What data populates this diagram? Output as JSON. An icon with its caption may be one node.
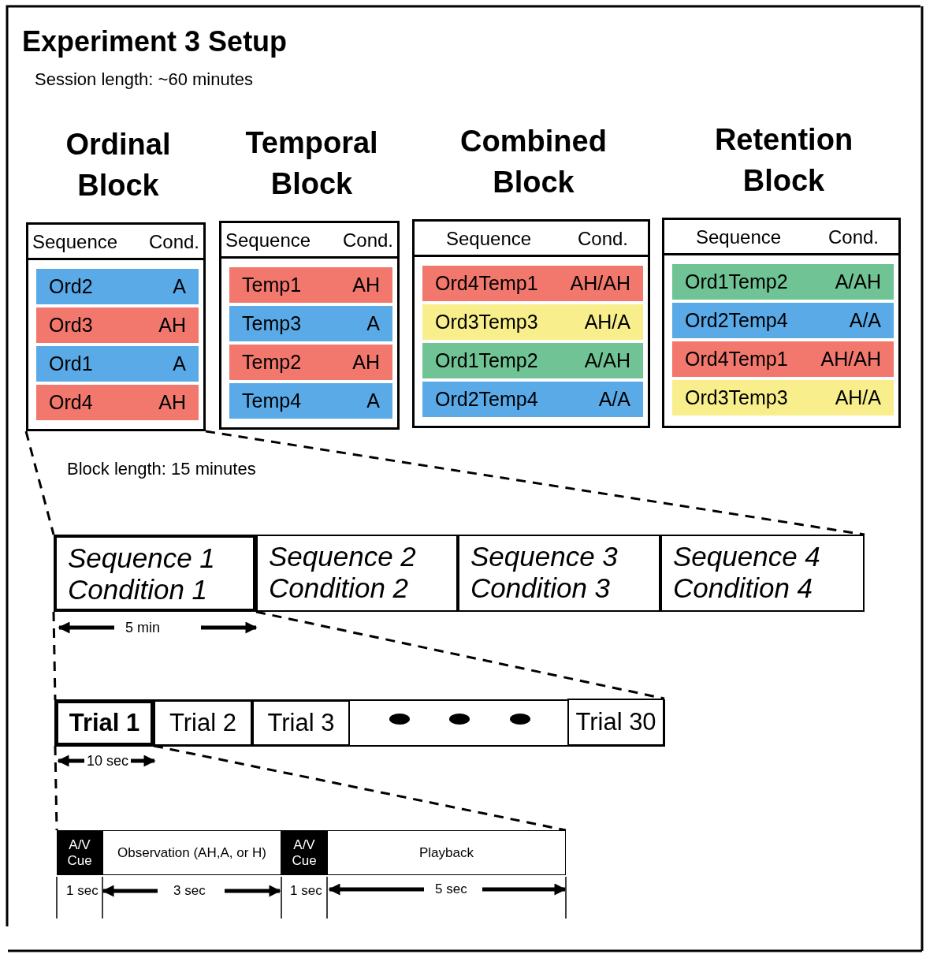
{
  "diagram": {
    "title": "Experiment 3 Setup",
    "nodes": [
      {
        "text": [
          "Ordinal Block",
          "Sequence",
          "Cond."
        ]
      },
      {
        "text": [
          "Ord2",
          "A"
        ],
        "in": 0
      },
      {
        "text": [
          "Ord3",
          "AH"
        ],
        "in": 0
      },
      {
        "text": [
          "Ord1",
          "A"
        ],
        "in": 0
      },
      {
        "text": [
          "Ord4",
          "AH"
        ],
        "in": 0
      },
      {
        "text": [
          "Temporal Block",
          "Sequence",
          "Cond."
        ]
      },
      {
        "text": [
          "Temp1",
          "AH"
        ],
        "in": 5
      },
      {
        "text": [
          "Temp3",
          "A"
        ],
        "in": 5
      },
      {
        "text": [
          "Temp2",
          "AH"
        ],
        "in": 5
      },
      {
        "text": [
          "Temp4",
          "A"
        ],
        "in": 5
      },
      {
        "text": [
          "Combined Block",
          "Sequence",
          "Cond."
        ]
      },
      {
        "text": [
          "Ord4Temp1",
          "AH/AH"
        ],
        "in": 10
      },
      {
        "text": [
          "Ord3Temp3",
          "AH/A"
        ],
        "in": 10
      },
      {
        "text": [
          "Ord1Temp2",
          "A/AH"
        ],
        "in": 10
      },
      {
        "text": [
          "Ord2Temp4",
          "A/A"
        ],
        "in": 10
      },
      {
        "text": [
          "Retention Block",
          "Sequence",
          "Cond."
        ]
      },
      {
        "text": [
          "Ord1Temp2",
          "A/AH"
        ],
        "in": 15
      },
      {
        "text": [
          "Ord2Temp4",
          "A/A"
        ],
        "in": 15
      },
      {
        "text": [
          "Ord4Temp1",
          "AH/AH"
        ],
        "in": 15
      },
      {
        "text": [
          "Ord3Temp3",
          "AH/A"
        ],
        "in": 15
      },
      {
        "text": [
          "Sequence 1",
          "Condition 1"
        ]
      },
      {
        "text": [
          "Sequence 2",
          "Condition 2"
        ]
      },
      {
        "text": [
          "Sequence 3",
          "Condition 3"
        ]
      },
      {
        "text": [
          "Sequence 4",
          "Condition 4"
        ]
      },
      {
        "text": [
          "Trial 1"
        ]
      },
      {
        "text": [
          "Trial 2"
        ]
      },
      {
        "text": [
          "Trial 3"
        ]
      },
      {
        "text": [
          "Trial 30"
        ]
      },
      {
        "text": [
          "A/V Cue"
        ]
      },
      {
        "text": [
          "Observation (AH,A, or H)"
        ]
      },
      {
        "text": [
          "A/V Cue"
        ]
      },
      {
        "text": [
          "Playback"
        ]
      }
    ],
    "edges": [
      {
        "from": 0,
        "to": 20,
        "arrow": "none",
        "style": "dashed"
      },
      {
        "from": 0,
        "to": 23,
        "arrow": "none",
        "style": "dashed"
      },
      {
        "from": 20,
        "to": 24,
        "arrow": "none",
        "style": "dashed"
      },
      {
        "from": 20,
        "to": 27,
        "arrow": "none",
        "style": "dashed"
      },
      {
        "from": 24,
        "to": 28,
        "arrow": "none",
        "style": "dashed"
      },
      {
        "from": 24,
        "to": 31,
        "arrow": "none",
        "style": "dashed"
      }
    ],
    "labels": [
      "Session length: ~60 minutes",
      "Block length: 15 minutes",
      "5 min",
      "10 sec",
      "1 sec",
      "3 sec",
      "1 sec",
      "5 sec"
    ]
  }
}
